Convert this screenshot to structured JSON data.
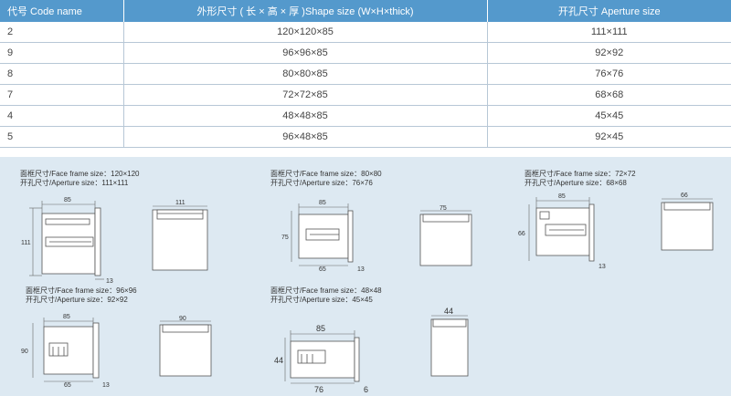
{
  "table": {
    "headers": [
      "代号 Code name",
      "外形尺寸 ( 长 × 高 × 厚 )Shape size (W×H×thick)",
      "开孔尺寸 Aperture size"
    ],
    "rows": [
      [
        "2",
        "120×120×85",
        "111×111"
      ],
      [
        "9",
        "96×96×85",
        "92×92"
      ],
      [
        "8",
        "80×80×85",
        "76×76"
      ],
      [
        "7",
        "72×72×85",
        "68×68"
      ],
      [
        "4",
        "48×48×85",
        "45×45"
      ],
      [
        "5",
        "96×48×85",
        "92×45"
      ]
    ]
  },
  "drawings": [
    {
      "face": "面框尺寸/Face frame size：120×120",
      "aperture": "开孔尺寸/Aperture size：111×111",
      "dims": {
        "top": "85",
        "left": "111",
        "right": "13",
        "aperture": "111"
      }
    },
    {
      "face": "面框尺寸/Face frame size：80×80",
      "aperture": "开孔尺寸/Aperture size：76×76",
      "dims": {
        "top": "85",
        "left": "75",
        "bottom": "65",
        "right": "13",
        "aperture": "75"
      }
    },
    {
      "face": "面框尺寸/Face frame size：72×72",
      "aperture": "开孔尺寸/Aperture size：68×68",
      "dims": {
        "top": "85",
        "left": "66",
        "right": "13",
        "aperture": "66"
      }
    },
    {
      "face": "面框尺寸/Face frame size：96×96",
      "aperture": "开孔尺寸/Aperture size：92×92",
      "dims": {
        "top": "85",
        "left": "90",
        "bottom": "65",
        "right": "13",
        "aperture": "90"
      }
    },
    {
      "face": "面框尺寸/Face frame size：48×48",
      "aperture": "开孔尺寸/Aperture size：45×45",
      "dims": {
        "top": "85",
        "left": "44",
        "bottom": "76",
        "right": "6",
        "aperture": "44"
      }
    }
  ]
}
